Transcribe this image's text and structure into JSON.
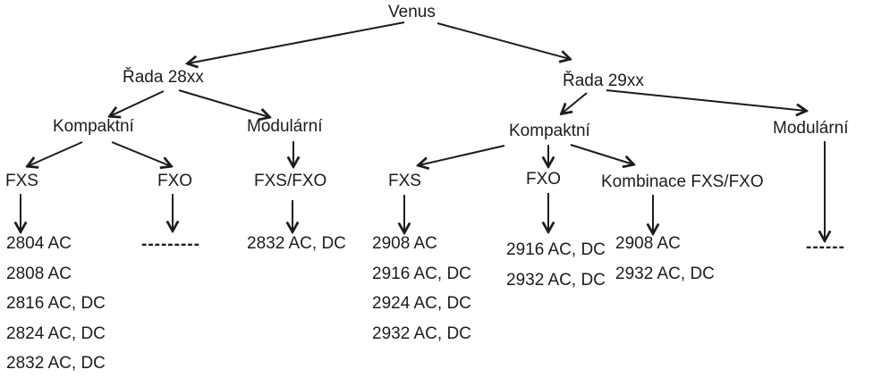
{
  "nodes": {
    "root": "Venus",
    "s28": "Řada 28xx",
    "s28_kompaktni": "Kompaktní",
    "s28_modularni": "Modulární",
    "s28_fxs": "FXS",
    "s28_fxo": "FXO",
    "s28_fxsfxo": "FXS/FXO",
    "s29": "Řada 29xx",
    "s29_kompaktni": "Kompaktní",
    "s29_modularni": "Modulární",
    "s29_fxs": "FXS",
    "s29_fxo": "FXO",
    "s29_kombinace": "Kombinace FXS/FXO"
  },
  "lists": {
    "s28_fxs": [
      "2804 AC",
      "2808 AC",
      "2816 AC, DC",
      "2824 AC, DC",
      "2832 AC, DC"
    ],
    "s28_fxo_placeholder": "---------",
    "s28_fxsfxo": [
      "2832 AC, DC"
    ],
    "s29_fxs": [
      "2908 AC",
      "2916 AC, DC",
      "2924 AC, DC",
      "2932 AC, DC"
    ],
    "s29_fxo": [
      "2916 AC, DC",
      "2932 AC, DC"
    ],
    "s29_kombinace": [
      "2908 AC",
      "2932 AC, DC"
    ],
    "s29_modularni_placeholder": "------"
  },
  "colors": {
    "line": "#1c1c1c",
    "text": "#1c1c1c",
    "background": "#ffffff"
  }
}
